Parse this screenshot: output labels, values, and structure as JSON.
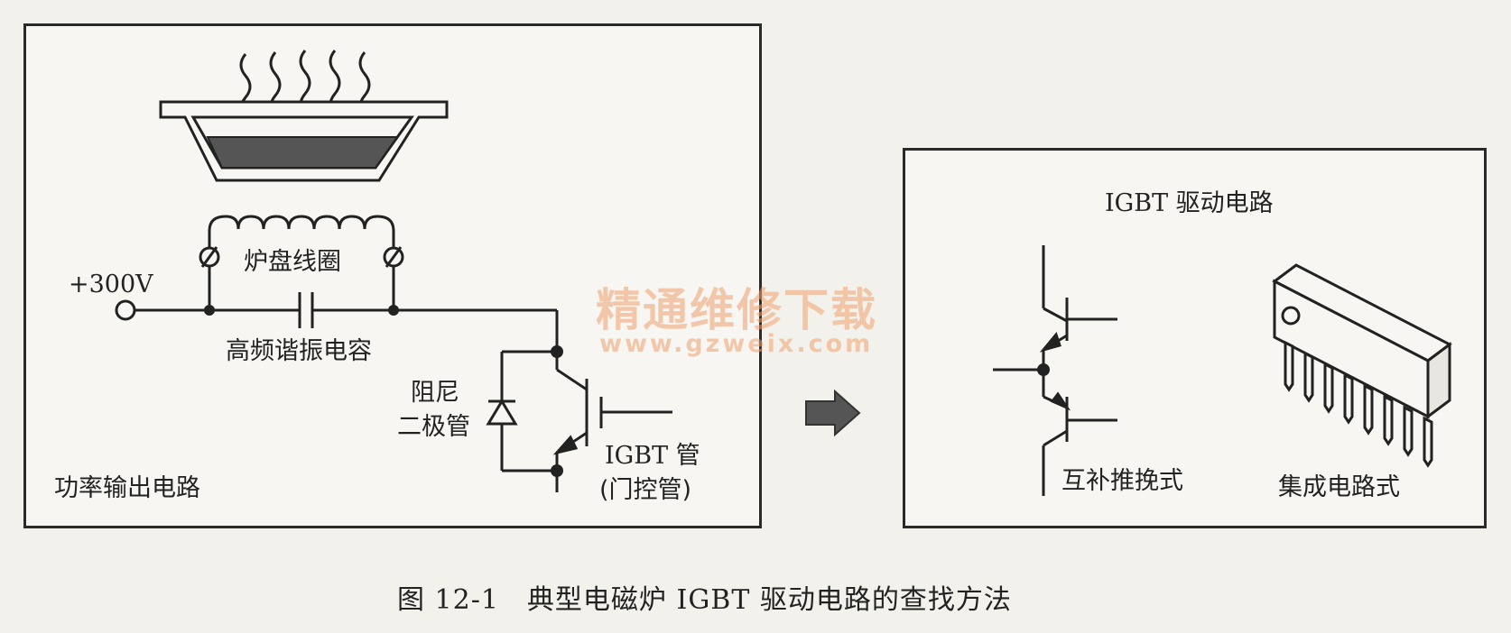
{
  "left_panel": {
    "voltage_label": "+300V",
    "coil_label": "炉盘线圈",
    "capacitor_label": "高频谐振电容",
    "damper_label_line1": "阻尼",
    "damper_label_line2": "二极管",
    "igbt_label_line1": "IGBT 管",
    "igbt_label_line2": "(门控管)",
    "panel_label": "功率输出电路"
  },
  "right_panel": {
    "title": "IGBT 驱动电路",
    "push_pull_label": "互补推挽式",
    "ic_label": "集成电路式"
  },
  "watermark": {
    "line1": "精通维修下载",
    "line2": "www.gzweix.com"
  },
  "caption": "图 12-1　典型电磁炉 IGBT 驱动电路的查找方法"
}
